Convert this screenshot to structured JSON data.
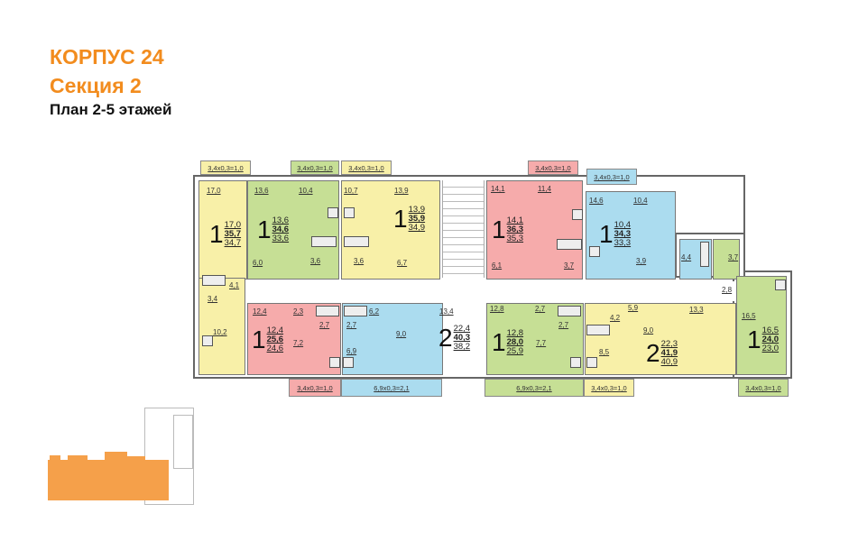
{
  "header": {
    "title": "КОРПУС 24",
    "section": "Секция 2",
    "plan": "План 2-5 этажей"
  },
  "colors": {
    "accent": "#f28c1e",
    "yellow": "#f8f0a8",
    "green": "#c6df95",
    "pink": "#f6abab",
    "blue": "#abdcef",
    "thumbnail": "#f5a04a"
  },
  "balconies": [
    "3,4x0,3=1,0",
    "3,4x0,3=1,0",
    "3,4x0,3=1,0",
    "3,4x0,3=1,0",
    "3,4x0,3=1,0",
    "3,4x0,3=1,0",
    "6,9x0,3=2,1",
    "6,9x0,3=2,1",
    "3,4x0,3=1,0",
    "3,4x0,3=1,0"
  ],
  "apartments": [
    {
      "rooms_count": "1",
      "living": "17,0",
      "total": "35,7",
      "net": "34,7",
      "room_areas": [
        "17,0",
        "4,1",
        "3,4",
        "10,2"
      ]
    },
    {
      "rooms_count": "1",
      "living": "13,6",
      "total": "34,6",
      "net": "33,6",
      "room_areas": [
        "13,6",
        "10,4",
        "6,0",
        "3,6"
      ]
    },
    {
      "rooms_count": "1",
      "living": "13,9",
      "total": "35,9",
      "net": "34,9",
      "room_areas": [
        "10,7",
        "13,9",
        "3,6",
        "6,7"
      ]
    },
    {
      "rooms_count": "1",
      "living": "14,1",
      "total": "36,3",
      "net": "35,3",
      "room_areas": [
        "14,1",
        "11,4",
        "6,1",
        "3,7"
      ]
    },
    {
      "rooms_count": "1",
      "living": "10,4",
      "total": "34,3",
      "net": "33,3",
      "room_areas": [
        "14,6",
        "10,4",
        "3,9",
        "4,4",
        "3,7"
      ]
    },
    {
      "rooms_count": "1",
      "living": "12,4",
      "total": "25,6",
      "net": "24,6",
      "room_areas": [
        "12,4",
        "2,3",
        "7,2",
        "2,7"
      ]
    },
    {
      "rooms_count": "2",
      "living": "22,4",
      "total": "40,3",
      "net": "38,2",
      "room_areas": [
        "2,7",
        "6,2",
        "9,0",
        "13,4",
        "6,9"
      ]
    },
    {
      "rooms_count": "1",
      "living": "12,8",
      "total": "28,0",
      "net": "25,9",
      "room_areas": [
        "12,8",
        "2,7",
        "2,7",
        "7,7"
      ]
    },
    {
      "rooms_count": "2",
      "living": "22,3",
      "total": "41,9",
      "net": "40,9",
      "room_areas": [
        "5,9",
        "4,2",
        "13,3",
        "9,0",
        "8,5"
      ]
    },
    {
      "rooms_count": "1",
      "living": "16,5",
      "total": "24,0",
      "net": "23,0",
      "room_areas": [
        "2,8",
        "16,5"
      ]
    }
  ]
}
